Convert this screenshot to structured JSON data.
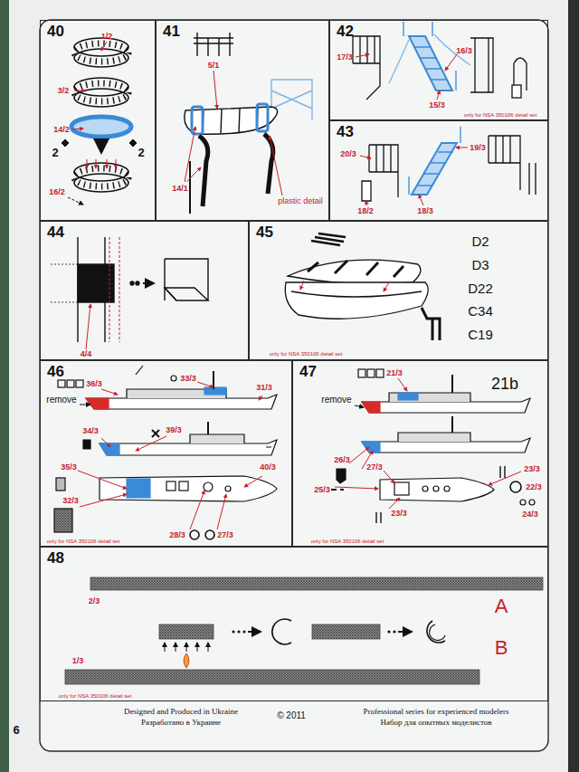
{
  "diagram": {
    "nodes": [
      {
        "text": [
          "40"
        ]
      },
      {
        "text": [
          "41"
        ]
      },
      {
        "text": [
          "42"
        ]
      },
      {
        "text": [
          "43"
        ]
      },
      {
        "text": [
          "44"
        ]
      },
      {
        "text": [
          "45"
        ]
      },
      {
        "text": [
          "46"
        ]
      },
      {
        "text": [
          "47"
        ]
      },
      {
        "text": [
          "48"
        ]
      }
    ],
    "labels": [
      "1/2",
      "3/2",
      "14/2",
      "2",
      "2",
      "16/2",
      "5/1",
      "14/1",
      "plastic detail",
      "17/3",
      "16/3",
      "15/3",
      "only for NSA 350106 detail set",
      "20/3",
      "19/3",
      "18/2",
      "18/3",
      "4/4",
      "D2",
      "D3",
      "D22",
      "C34",
      "C19",
      "only for NSA 350106 detail set",
      "36/3",
      "33/3",
      "31/3",
      "remove",
      "34/3",
      "39/3",
      "40/3",
      "35/3",
      "32/3",
      "28/3",
      "27/3",
      "only for NSA 350106 detail set",
      "21/3",
      "remove",
      "21b",
      "26/3",
      "27/3",
      "23/3",
      "25/3",
      "22/3",
      "23/3",
      "24/3",
      "only for NSA 350106 detail set",
      "2/3",
      "A",
      "B",
      "1/3",
      "only for NSA 350106 detail set",
      "Designed and Produced in Ukraine",
      "Разработано в Украине",
      "© 2011",
      "Professional series for experienced modelers",
      "Набор для опытных моделистов",
      "6"
    ]
  }
}
